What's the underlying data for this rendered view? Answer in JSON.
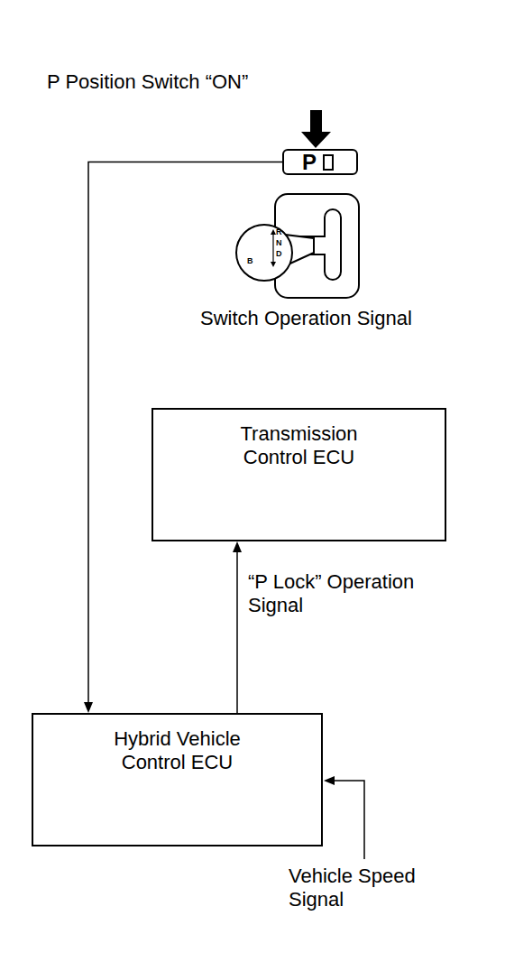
{
  "diagram": {
    "nodes": [
      {
        "text": [
          "P"
        ]
      },
      {
        "text": [
          "Transmission Control ECU"
        ]
      },
      {
        "text": [
          "Hybrid Vehicle Control ECU"
        ]
      }
    ],
    "edges": [
      {
        "from": 0,
        "to": 2,
        "arrow": "to"
      },
      {
        "from": 2,
        "to": 1,
        "arrow": "to",
        "label": "“P Lock” Operation Signal"
      }
    ],
    "labels": [
      "P Position Switch “ON”",
      "R",
      "N",
      "D",
      "B",
      "Switch Operation Signal",
      "Vehicle Speed Signal"
    ]
  }
}
